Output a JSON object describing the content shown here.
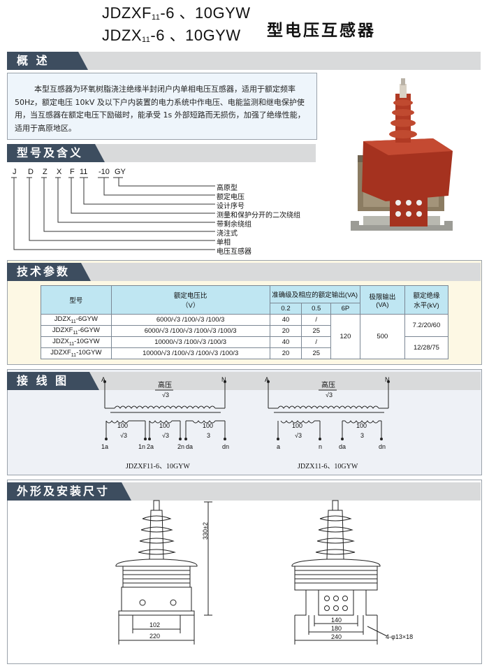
{
  "title": {
    "model_line1_a": "JDZXF",
    "model_line1_sub": "11",
    "model_line1_b": "-6 、10GYW",
    "model_line2_a": "JDZX",
    "model_line2_sub": "11",
    "model_line2_b": "-6 、10GYW",
    "name": "型电压互感器"
  },
  "sections": {
    "overview": "概 述",
    "model_meaning": "型号及含义",
    "tech_params": "技术参数",
    "wiring": "接 线 图",
    "dimensions": "外形及安装尺寸"
  },
  "overview_text": "本型互感器为环氧树脂浇注绝缘半封闭户内单相电压互感器，适用于额定频率50Hz，额定电压 10kV 及以下户内装置的电力系统中作电压、电能监测和继电保护使用，当互感器在额定电压下励磁时，能承受 1s 外部短路而无损伤，加强了绝缘性能，适用于高原地区。",
  "model_code": [
    "J",
    "D",
    "Z",
    "X",
    "F",
    "11",
    "-10",
    "GY"
  ],
  "model_meanings": [
    "高原型",
    "额定电压",
    "设计序号",
    "测量和保护分开的二次绕组",
    "带剩余绕组",
    "浇注式",
    "单相",
    "电压互感器"
  ],
  "table": {
    "h_model": "型号",
    "h_ratio": "额定电压比",
    "h_ratio_unit": "（V）",
    "h_output": "准确级及相应的额定输出(VA)",
    "h_acc": [
      "0.2",
      "0.5",
      "6P"
    ],
    "h_limit": "极限输出",
    "h_limit_unit": "(VA)",
    "h_insul": "额定绝缘",
    "h_insul_unit": "水平(kV)",
    "rows": [
      {
        "m": "JDZX",
        "s": "11",
        "e": "-6GYW",
        "r": "6000/√3 /100/√3 /100/3",
        "a": "40",
        "b": "/"
      },
      {
        "m": "JDZXF",
        "s": "11",
        "e": "-6GYW",
        "r": "6000/√3 /100/√3 /100/√3 /100/3",
        "a": "20",
        "b": "25"
      },
      {
        "m": "JDZX",
        "s": "11",
        "e": "-10GYW",
        "r": "10000/√3 /100/√3 /100/3",
        "a": "40",
        "b": "/"
      },
      {
        "m": "JDZXF",
        "s": "11",
        "e": "-10GYW",
        "r": "10000/√3 /100/√3 /100/√3 /100/3",
        "a": "20",
        "b": "25"
      }
    ],
    "p6": "120",
    "limit": "500",
    "insul_1": "7.2/20/60",
    "insul_2": "12/28/75"
  },
  "wiring": {
    "hv": "高压",
    "sqrt3": "√3",
    "n100": "100",
    "n3": "3",
    "A": "A",
    "N": "N",
    "left_terms": [
      "1a",
      "1n",
      "2a",
      "2n",
      "da",
      "dn"
    ],
    "right_terms": [
      "a",
      "n",
      "da",
      "dn"
    ],
    "left_caption": "JDZXF11-6、10GYW",
    "right_caption": "JDZX11-6、10GYW"
  },
  "dims": {
    "height": "330±2",
    "w102": "102",
    "w220": "220",
    "w140": "140",
    "w180": "180",
    "w240": "240",
    "holes": "4-φ13×18"
  },
  "colors": {
    "section_tab": "#3d4d5f",
    "section_bar": "#d9dadb",
    "panel_bg": "#eef5fb",
    "params_bg": "#fdf8e4",
    "table_header": "#bfe6f2"
  }
}
